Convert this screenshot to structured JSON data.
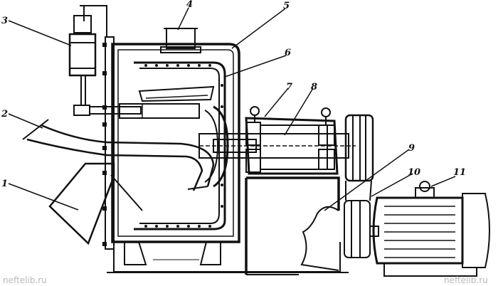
{
  "diagram": {
    "callouts": [
      "1",
      "2",
      "3",
      "4",
      "5",
      "6",
      "7",
      "8",
      "9",
      "10",
      "11"
    ],
    "watermarks": {
      "left": "neftelib.ru",
      "right": "neftelib.ru"
    }
  },
  "colors": {
    "ink": "#111111",
    "paper": "#ffffff",
    "watermark": "#b8b8b8"
  }
}
